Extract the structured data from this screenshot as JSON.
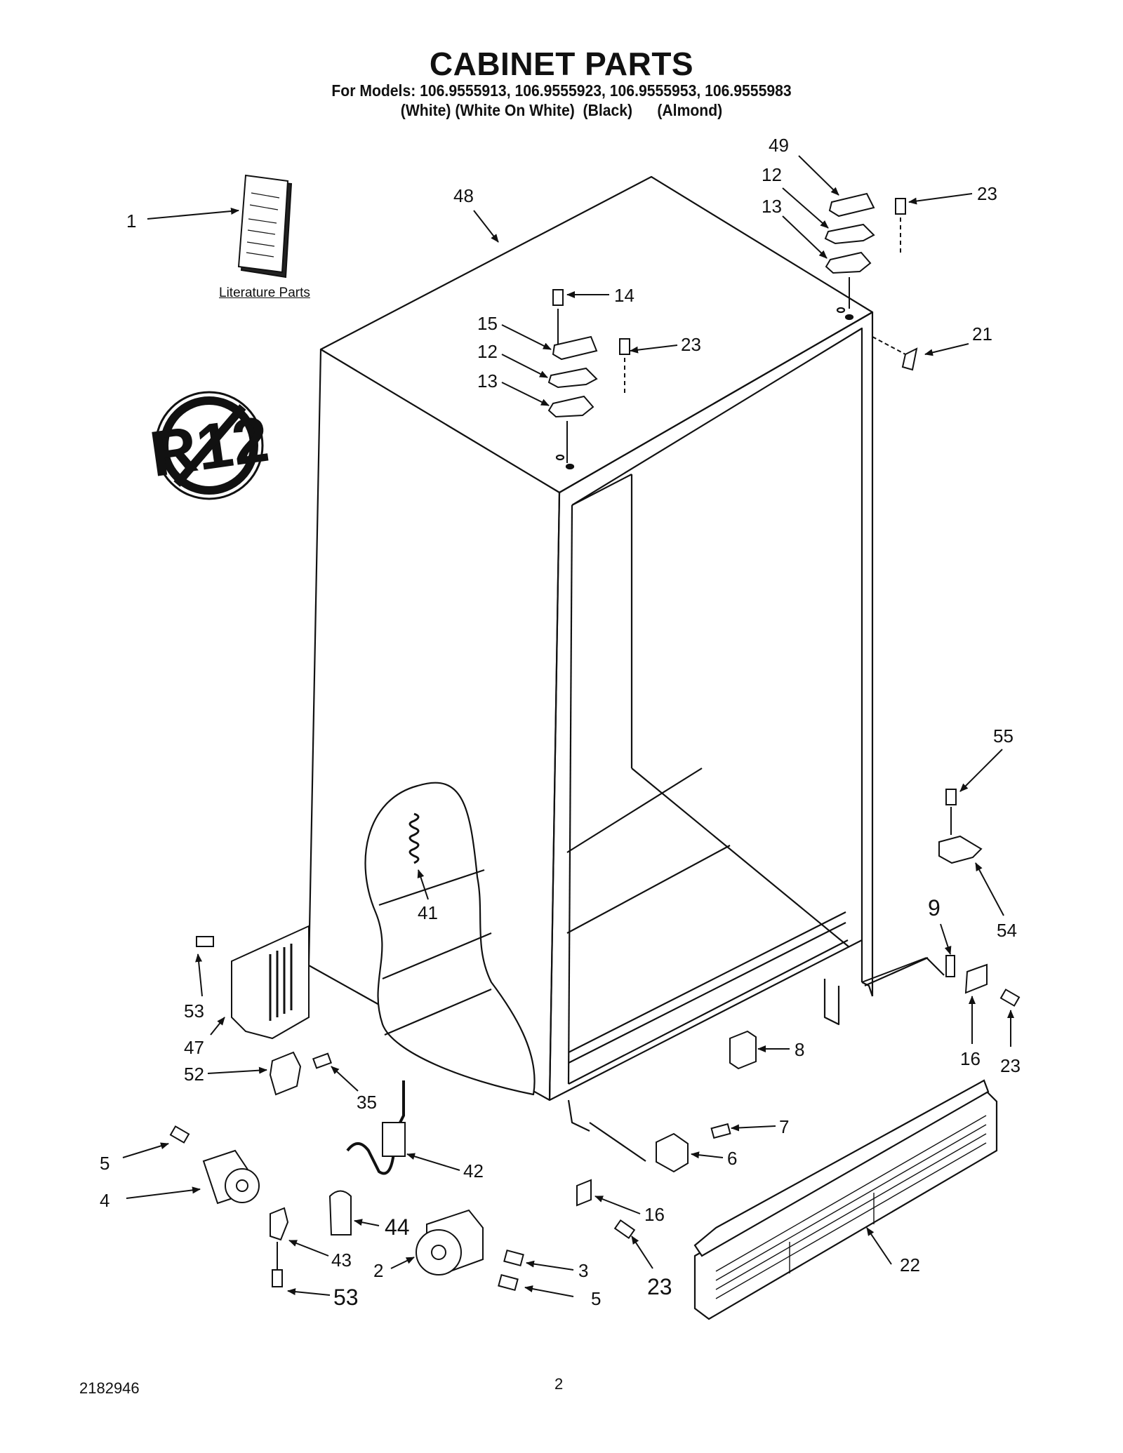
{
  "header": {
    "title": "CABINET PARTS",
    "models_line": "For Models: 106.9555913, 106.9555923, 106.9555953, 106.9555983",
    "colors_line": "(White) (White On White)  (Black)      (Almond)"
  },
  "literature": {
    "label": "Literature Parts"
  },
  "footer": {
    "code": "2182946",
    "page": "2"
  },
  "callouts": [
    {
      "id": "c1",
      "label": "1"
    },
    {
      "id": "c48",
      "label": "48"
    },
    {
      "id": "c49",
      "label": "49"
    },
    {
      "id": "c12a",
      "label": "12"
    },
    {
      "id": "c13a",
      "label": "13"
    },
    {
      "id": "c23a",
      "label": "23"
    },
    {
      "id": "c14",
      "label": "14"
    },
    {
      "id": "c15",
      "label": "15"
    },
    {
      "id": "c12b",
      "label": "12"
    },
    {
      "id": "c13b",
      "label": "13"
    },
    {
      "id": "c23b",
      "label": "23"
    },
    {
      "id": "c21",
      "label": "21"
    },
    {
      "id": "c55",
      "label": "55"
    },
    {
      "id": "c41",
      "label": "41"
    },
    {
      "id": "c9",
      "label": "9"
    },
    {
      "id": "c54",
      "label": "54"
    },
    {
      "id": "c53a",
      "label": "53"
    },
    {
      "id": "c47",
      "label": "47"
    },
    {
      "id": "c16a",
      "label": "16"
    },
    {
      "id": "c23c",
      "label": "23"
    },
    {
      "id": "c8",
      "label": "8"
    },
    {
      "id": "c52",
      "label": "52"
    },
    {
      "id": "c35",
      "label": "35"
    },
    {
      "id": "c7",
      "label": "7"
    },
    {
      "id": "c5a",
      "label": "5"
    },
    {
      "id": "c42",
      "label": "42"
    },
    {
      "id": "c6",
      "label": "6"
    },
    {
      "id": "c4",
      "label": "4"
    },
    {
      "id": "c16b",
      "label": "16"
    },
    {
      "id": "c44",
      "label": "44"
    },
    {
      "id": "c43",
      "label": "43"
    },
    {
      "id": "c2",
      "label": "2"
    },
    {
      "id": "c3",
      "label": "3"
    },
    {
      "id": "c23d",
      "label": "23"
    },
    {
      "id": "c22",
      "label": "22"
    },
    {
      "id": "c53b",
      "label": "53"
    },
    {
      "id": "c5b",
      "label": "5"
    }
  ]
}
